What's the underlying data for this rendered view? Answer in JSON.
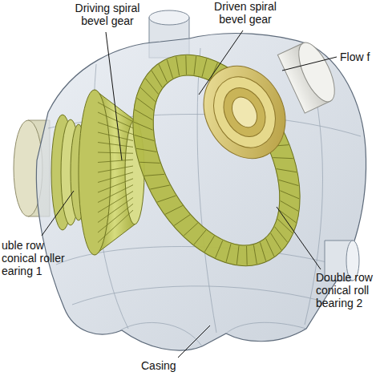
{
  "diagram": {
    "labels": [
      "Driving spiral bevel gear",
      "Driven spiral bevel gear",
      "Flow f",
      "uble row conical roller earing 1",
      "Double row conical roll bearing 2",
      "Casing"
    ]
  }
}
